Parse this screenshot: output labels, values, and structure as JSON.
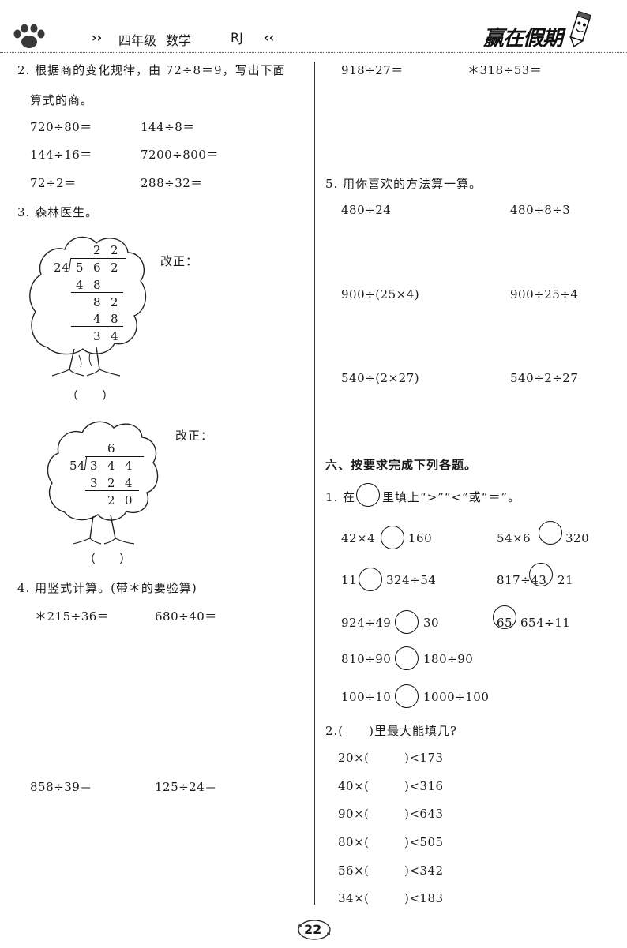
{
  "header": {
    "arrows_left": "››",
    "grade": "四年级",
    "subject": "数学",
    "edition": "RJ",
    "arrows_right": "‹‹",
    "brand": "赢在假期"
  },
  "left": {
    "q2_line1": "2. 根据商的变化规律，由 72÷8＝9，写出下面",
    "q2_line2": "算式的商。",
    "q2_items": [
      "720÷80＝",
      "144÷8＝",
      "144÷16＝",
      "7200÷800＝",
      "72÷2＝",
      "288÷32＝"
    ],
    "q3_title": "3. 森林医生。",
    "tree1": {
      "correct_label": "改正：",
      "divisor": "24",
      "quotient": [
        "2",
        "2"
      ],
      "dividend": [
        "5",
        "6",
        "2"
      ],
      "step1": [
        "4",
        "8"
      ],
      "step2": [
        "8",
        "2"
      ],
      "step3": [
        "4",
        "8"
      ],
      "remainder": [
        "3",
        "4"
      ],
      "paren": "（　　）"
    },
    "tree2": {
      "correct_label": "改正：",
      "divisor": "54",
      "quotient": [
        "6"
      ],
      "dividend": [
        "3",
        "4",
        "4"
      ],
      "step1": [
        "3",
        "2",
        "4"
      ],
      "remainder": [
        "2",
        "0"
      ],
      "paren": "（　　）"
    },
    "q4_title": "4. 用竖式计算。(带＊的要验算)",
    "q4_items": [
      "＊215÷36＝",
      "680÷40＝",
      "858÷39＝",
      "125÷24＝"
    ]
  },
  "right": {
    "top_items": [
      "918÷27＝",
      "＊318÷53＝"
    ],
    "q5_title": "5. 用你喜欢的方法算一算。",
    "q5_items": [
      "480÷24",
      "480÷8÷3",
      "900÷(25×4)",
      "900÷25÷4",
      "540÷(2×27)",
      "540÷2÷27"
    ],
    "sec6_title": "六、按要求完成下列各题。",
    "q1_title_a": "1. 在",
    "q1_title_b": "里填上“>”“<”或“＝”。",
    "compare": [
      {
        "left": "42×4",
        "right": "160"
      },
      {
        "left": "54×6",
        "right": "320"
      },
      {
        "left": "11",
        "right": "324÷54"
      },
      {
        "left": "817÷43",
        "right": "21"
      },
      {
        "left": "924÷49",
        "right": "30"
      },
      {
        "left": "65",
        "right": "654÷11"
      },
      {
        "left": "810÷90",
        "right": "180÷90"
      },
      {
        "left": "100÷10",
        "right": "1000÷100"
      }
    ],
    "q2_title": "2.(　　)里最大能填几?",
    "fill": [
      {
        "left": "20×(",
        "right": ")<173"
      },
      {
        "left": "40×(",
        "right": ")<316"
      },
      {
        "left": "90×(",
        "right": ")<643"
      },
      {
        "left": "80×(",
        "right": ")<505"
      },
      {
        "left": "56×(",
        "right": ")<342"
      },
      {
        "left": "34×(",
        "right": ")<183"
      }
    ]
  },
  "footer": {
    "page_number": "22"
  }
}
